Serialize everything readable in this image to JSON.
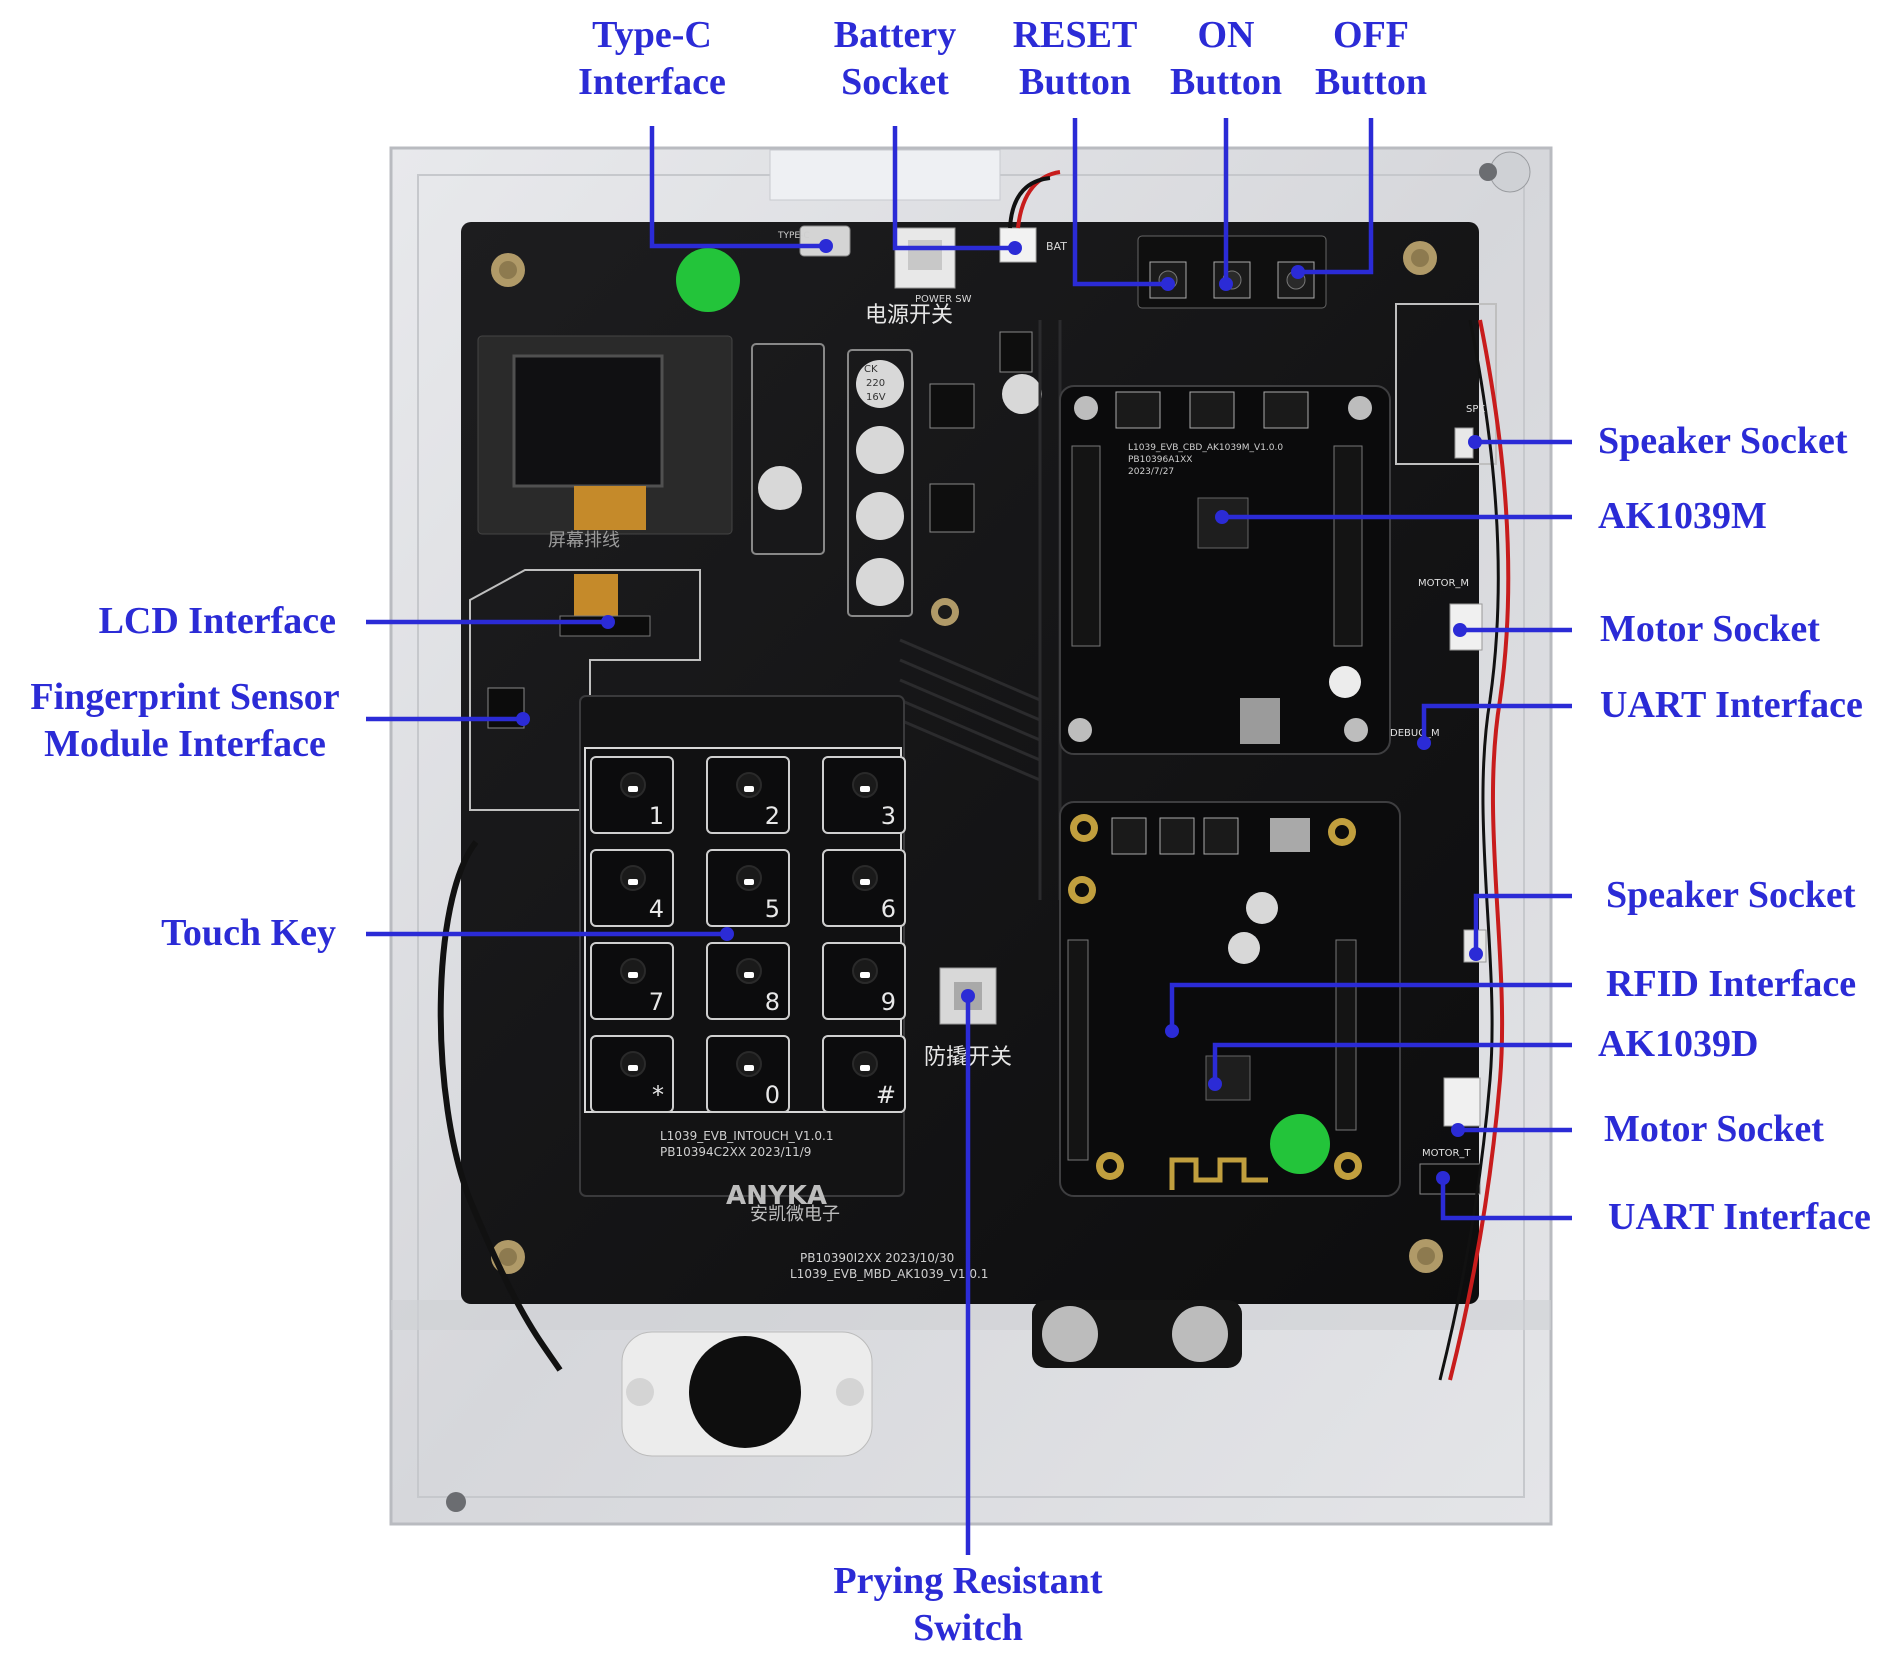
{
  "labels": {
    "type_c_interface": [
      "Type-C",
      "Interface"
    ],
    "battery_socket": [
      "Battery",
      "Socket"
    ],
    "reset_button": [
      "RESET",
      "Button"
    ],
    "on_button": [
      "ON",
      "Button"
    ],
    "off_button": [
      "OFF",
      "Button"
    ],
    "speaker_socket_top": "Speaker Socket",
    "ak1039m": "AK1039M",
    "motor_socket_top": "Motor Socket",
    "uart_interface_top": "UART Interface",
    "speaker_socket_bottom": "Speaker Socket",
    "rfid_interface": "RFID Interface",
    "ak1039d": "AK1039D",
    "motor_socket_bottom": "Motor Socket",
    "uart_interface_bottom": "UART Interface",
    "lcd_interface": "LCD Interface",
    "fingerprint_module": [
      "Fingerprint Sensor",
      "Module Interface"
    ],
    "touch_key": "Touch Key",
    "prying_switch": [
      "Prying Resistant",
      "Switch"
    ]
  },
  "board_text": {
    "silk_screen_label": "屏幕排线",
    "keypad_keys": [
      "1",
      "2",
      "3",
      "4",
      "5",
      "6",
      "7",
      "8",
      "9",
      "*",
      "0",
      "#"
    ],
    "keypad_board_line1": "L1039_EVB_INTOUCH_V1.0.1",
    "keypad_board_line2": "PB10394C2XX 2023/11/9",
    "brand": "ANYKA",
    "brand_cn": "安凯微电子",
    "main_board_line1": "PB10390I2XX 2023/10/30",
    "main_board_line2": "L1039_EVB_MBD_AK1039_V1.0.1",
    "power_switch_cn": "电源开关",
    "tamper_switch_cn": "防撬开关",
    "core_board_line1": "L1039_EVB_CBD_AK1039M_V1.0.0",
    "core_board_line2": "PB10396A1XX",
    "core_board_line3": "2023/7/27",
    "speaker_silk": "SPK",
    "motor_silk_top": "MOTOR_M",
    "motor_silk_bottom": "MOTOR_T",
    "debug_silk": "DEBUG_M",
    "type_c_silk": "TYPE-C",
    "bat_silk": "BAT",
    "power_sw_silk": "POWER SW",
    "cap_text": [
      "CK",
      "220",
      "16V"
    ]
  },
  "colors": {
    "annotation": "#2b2bd6",
    "pcb": "#141414",
    "acrylic": "#dedfe2",
    "led_green": "#23c43a"
  }
}
